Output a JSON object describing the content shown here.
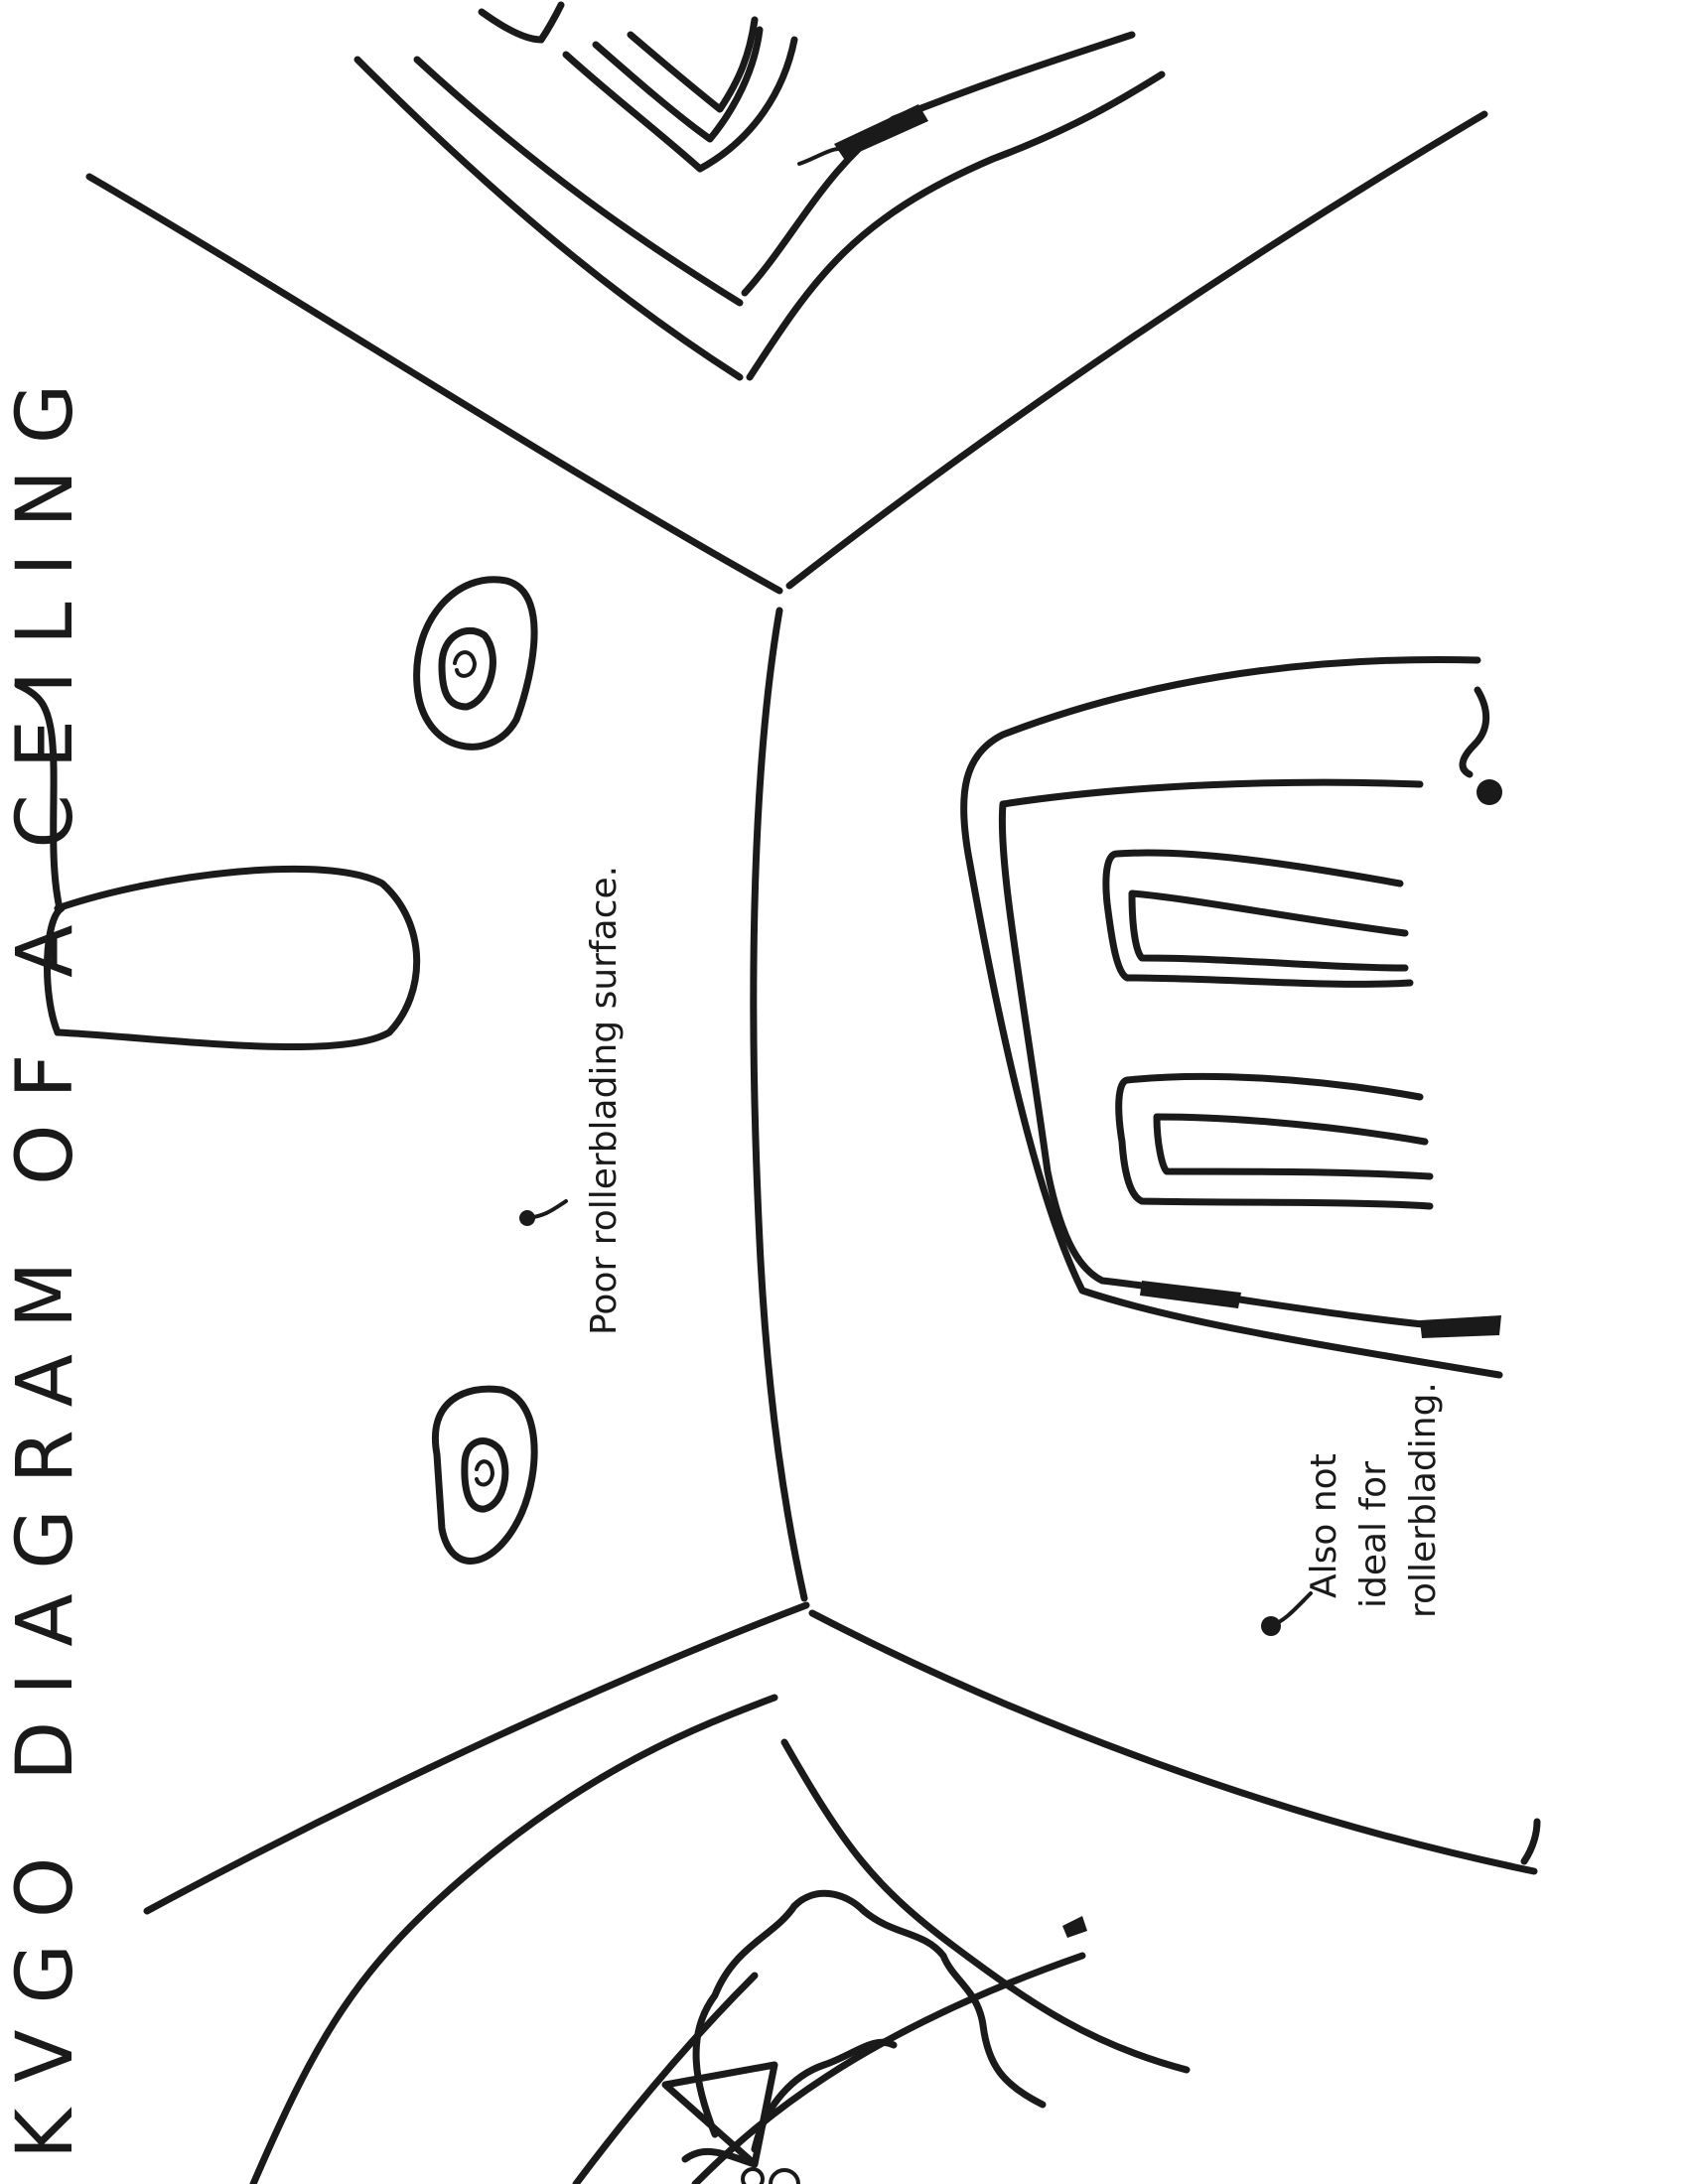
{
  "title": "KVGO DIAGRAM OF A CEILING",
  "annotations": {
    "poor_surface": "Poor rollerblading surface.",
    "also_not_ideal": [
      "Also not",
      "ideal for",
      "rollerblading."
    ]
  },
  "colors": {
    "ink": "#1a1a1a",
    "paper": "#ffffff"
  }
}
